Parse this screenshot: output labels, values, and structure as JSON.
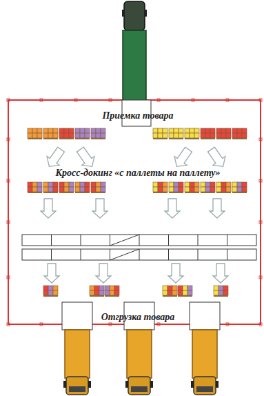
{
  "diagram": {
    "labels": [
      "Приемка товара",
      "Кросс-докинг «с паллеты на паллету»",
      "Отгрузка товара"
    ]
  }
}
